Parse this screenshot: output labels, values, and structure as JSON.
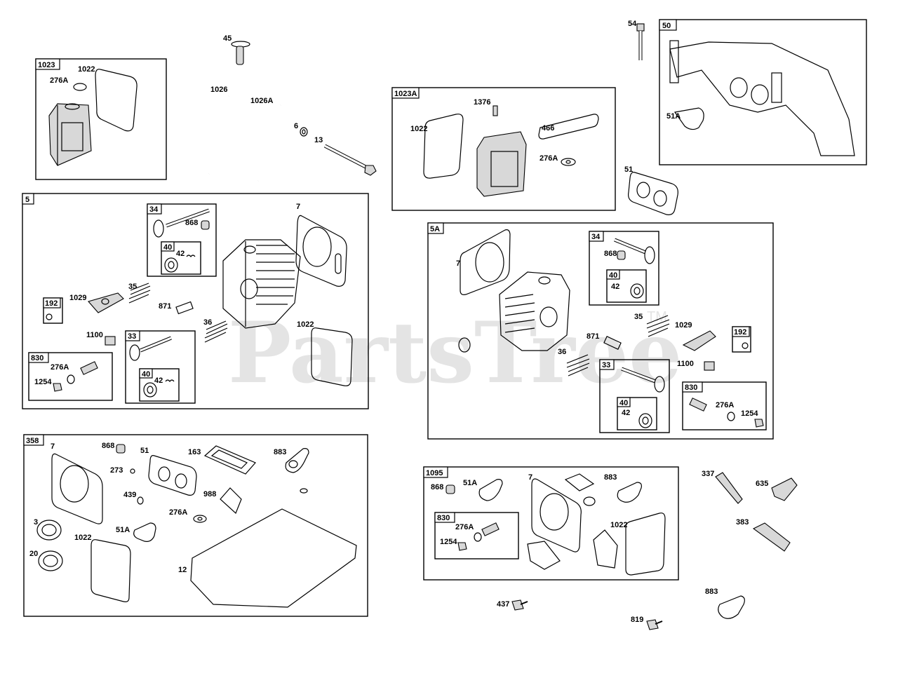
{
  "watermark": {
    "text": "PartsTree",
    "tm": "TM"
  },
  "groups": {
    "g1023": "1023",
    "g1023a": "1023A",
    "g50": "50",
    "g5": "5",
    "g5a": "5A",
    "g358": "358",
    "g1095": "1095",
    "g34_left": "34",
    "g40_left_a": "40",
    "g33_left": "33",
    "g40_left_b": "40",
    "g192_left": "192",
    "g830_left": "830",
    "g34_right": "34",
    "g40_right_a": "40",
    "g33_right": "33",
    "g40_right_b": "40",
    "g192_right": "192",
    "g830_right": "830",
    "g830_1095": "830"
  },
  "labels": {
    "l45": "45",
    "l1026": "1026",
    "l1026a": "1026A",
    "l6": "6",
    "l13": "13",
    "l1023_276a": "276A",
    "l1023_1022": "1022",
    "l1023a_1376": "1376",
    "l1023a_1022": "1022",
    "l1023a_466": "466",
    "l1023a_276a": "276A",
    "l54": "54",
    "l50_51a": "51A",
    "l51": "51",
    "l5_7": "7",
    "l5_868": "868",
    "l5_42a": "42",
    "l5_1029": "1029",
    "l5_35": "35",
    "l5_871": "871",
    "l5_1100": "1100",
    "l5_36": "36",
    "l5_1022": "1022",
    "l5_42b": "42",
    "l5_276a": "276A",
    "l5_1254": "1254",
    "l5a_7": "7",
    "l5a_868": "868",
    "l5a_42a": "42",
    "l5a_35": "35",
    "l5a_1029": "1029",
    "l5a_871": "871",
    "l5a_36": "36",
    "l5a_1100": "1100",
    "l5a_42b": "42",
    "l5a_276a": "276A",
    "l5a_1254": "1254",
    "l358_7": "7",
    "l358_868": "868",
    "l358_51": "51",
    "l358_163": "163",
    "l358_883": "883",
    "l358_273": "273",
    "l358_439": "439",
    "l358_988": "988",
    "l358_276a": "276A",
    "l358_3": "3",
    "l358_51a": "51A",
    "l358_1022": "1022",
    "l358_20": "20",
    "l358_12": "12",
    "l1095_868": "868",
    "l1095_51a": "51A",
    "l1095_7": "7",
    "l1095_883": "883",
    "l1095_276a": "276A",
    "l1095_1254": "1254",
    "l1095_1022": "1022",
    "l337": "337",
    "l635": "635",
    "l383": "383",
    "l437": "437",
    "l883": "883",
    "l819": "819"
  }
}
